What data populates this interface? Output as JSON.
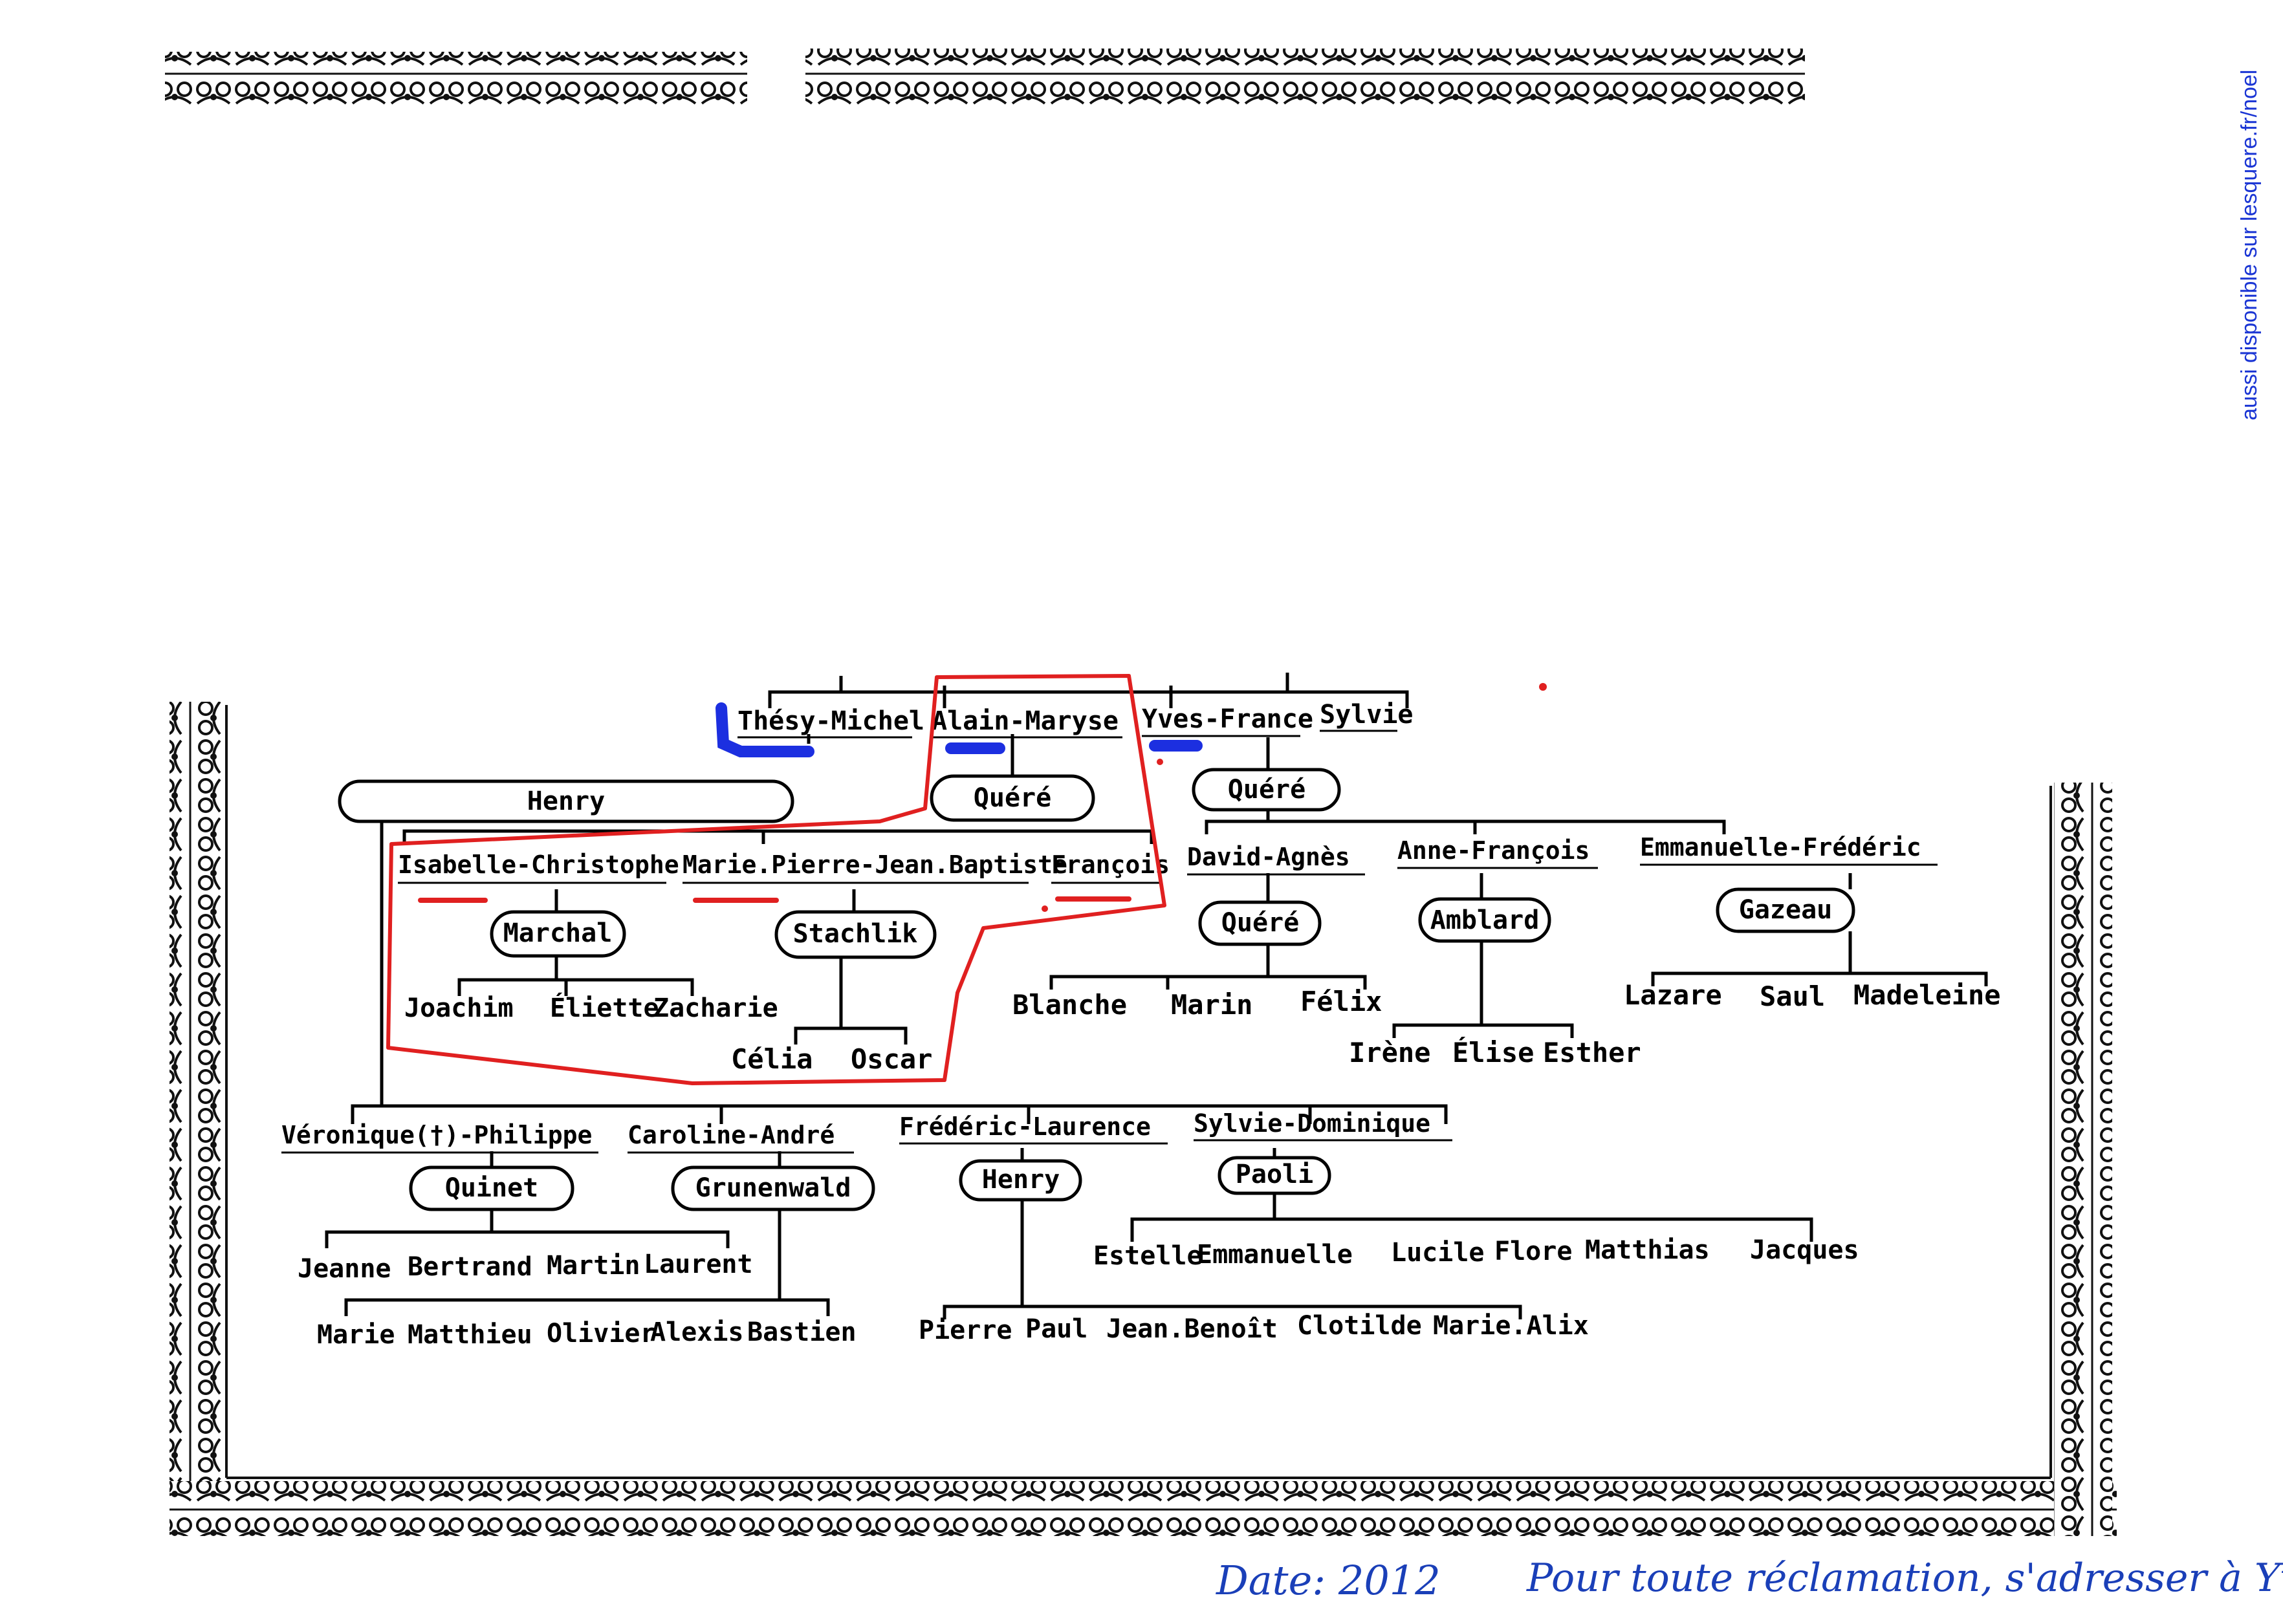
{
  "side_note": "aussi disponible sur lesquere.fr/noel",
  "footer": {
    "date": "Date: 2012",
    "note": "Pour toute réclamation, s'adresser à Yves"
  },
  "colors": {
    "ink": "#000000",
    "blue_ink": "#1a3fb8",
    "red_marker": "#e02020",
    "blue_marker": "#1c2fe0"
  },
  "tree": {
    "gen1": {
      "couple1": "Thésy-Michel",
      "couple2": "Alain-Maryse",
      "couple3": "Yves-France",
      "single": "Sylvie"
    },
    "henry_branch": {
      "family": "Henry",
      "children": [
        "Isabelle-Christophe",
        "Marie.Pierre-Jean.Baptiste",
        "François"
      ],
      "isabelle": {
        "family": "Marchal",
        "children": [
          "Joachim",
          "Éliette",
          "Zacharie"
        ]
      },
      "marie": {
        "family": "Stachlik",
        "children": [
          "Célia",
          "Oscar"
        ]
      }
    },
    "quere1": {
      "family": "Quéré"
    },
    "quere2": {
      "family": "Quéré",
      "children": [
        "David-Agnès",
        "Anne-François",
        "Emmanuelle-Frédéric"
      ],
      "david": {
        "family": "Quéré",
        "children": [
          "Blanche",
          "Marin",
          "Félix"
        ]
      },
      "anne": {
        "family": "Amblard",
        "children": [
          "Irène",
          "Élise",
          "Esther"
        ]
      },
      "emmanuelle": {
        "family": "Gazeau",
        "children": [
          "Lazare",
          "Saul",
          "Madeleine"
        ]
      }
    },
    "lower": {
      "couples": [
        "Véronique(†)-Philippe",
        "Caroline-André",
        "Frédéric-Laurence",
        "Sylvie-Dominique"
      ],
      "quinet": {
        "family": "Quinet",
        "children": [
          "Jeanne",
          "Bertrand",
          "Martin",
          "Laurent"
        ]
      },
      "grunenwald": {
        "family": "Grunenwald",
        "children": [
          "Marie",
          "Matthieu",
          "Olivier",
          "Alexis",
          "Bastien"
        ]
      },
      "henry2": {
        "family": "Henry",
        "children": [
          "Pierre",
          "Paul",
          "Jean.Benoît",
          "Clotilde",
          "Marie.Alix"
        ]
      },
      "paoli": {
        "family": "Paoli",
        "children": [
          "Estelle",
          "Emmanuelle",
          "Lucile",
          "Flore",
          "Matthias",
          "Jacques"
        ]
      }
    }
  }
}
